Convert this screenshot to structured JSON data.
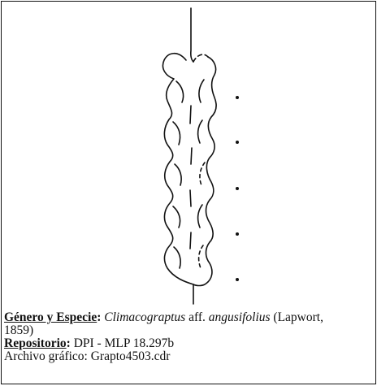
{
  "caption": {
    "genus_label": "Género y Especie",
    "genus_colon": ":",
    "genus_name": "Climacograptus",
    "aff": " aff. ",
    "species_name": "angusifolius",
    "author_part1": " (Lapwort,",
    "author_part2": "1859)",
    "repo_label": "Repositorio",
    "repo_colon": ":",
    "repo_value": " DPI - MLP 18.297b",
    "file_line": "Archivo gráfico: Grapto4503.cdr"
  },
  "colors": {
    "ink": "#111111",
    "background": "#ffffff"
  }
}
